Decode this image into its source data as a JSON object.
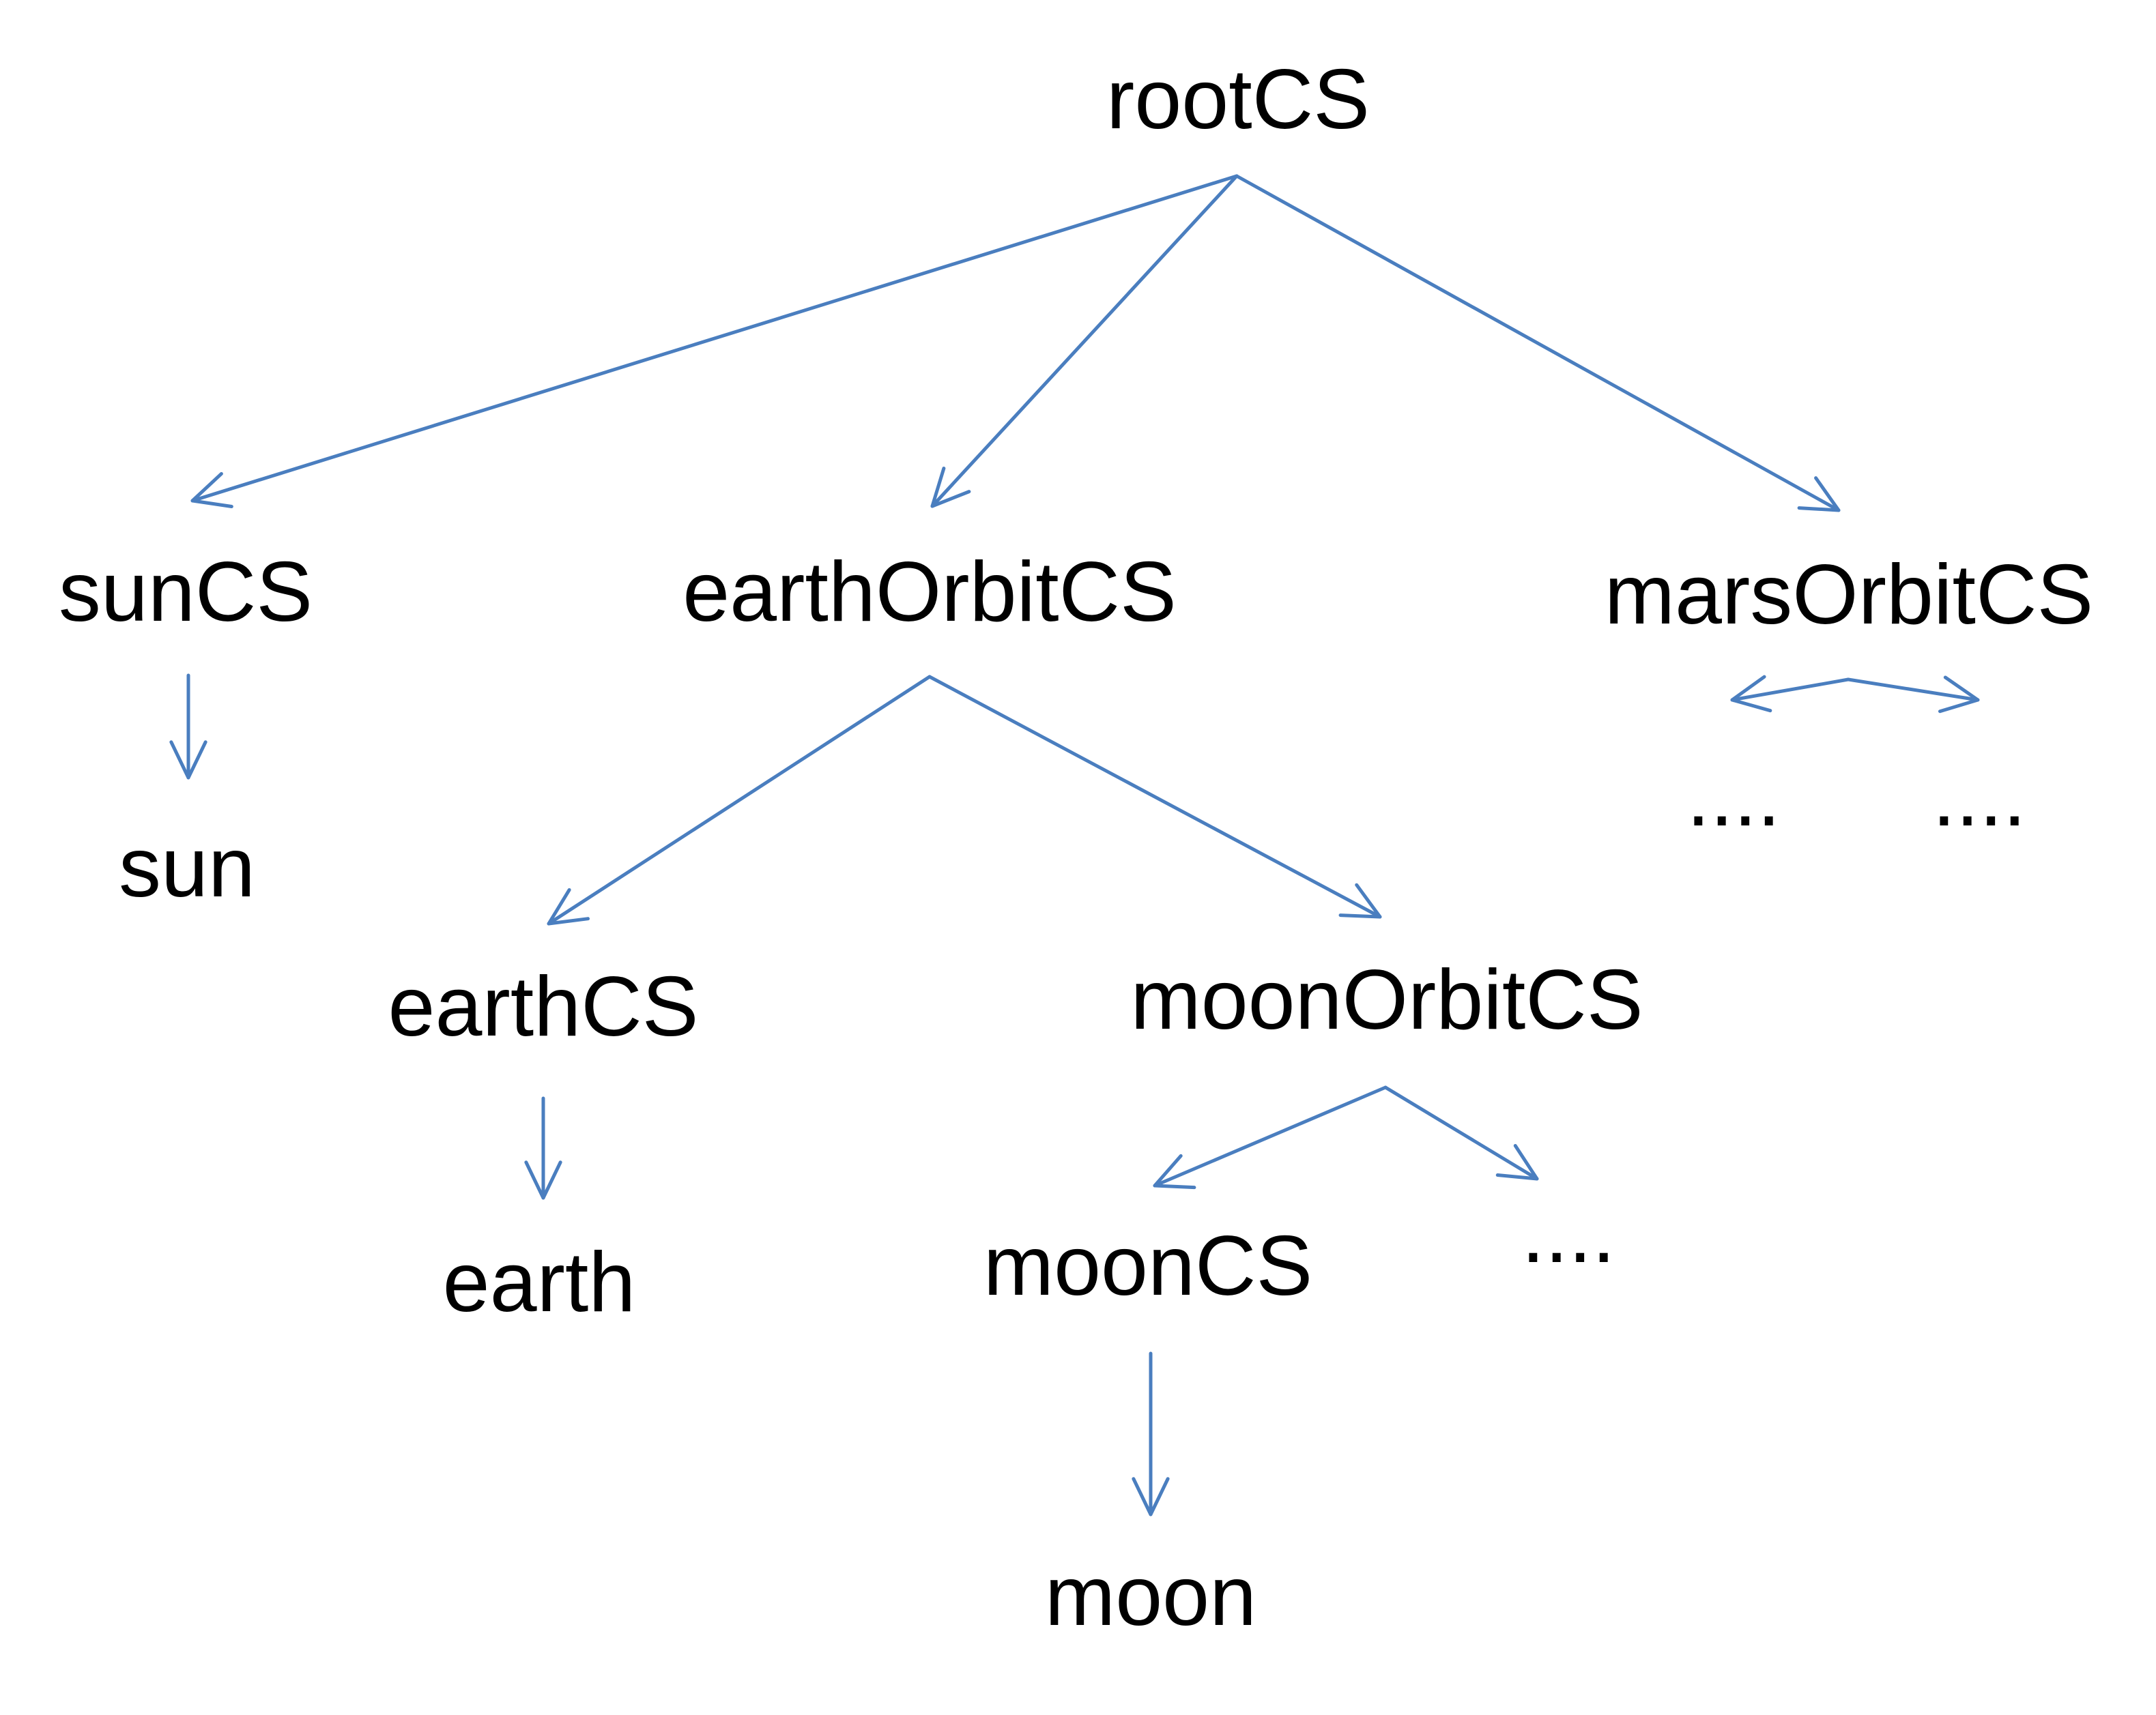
{
  "diagram": {
    "edge_color": "#4a7ebf",
    "nodes": {
      "rootCS": "rootCS",
      "sunCS": "sunCS",
      "earthOrbitCS": "earthOrbitCS",
      "marsOrbitCS": "marsOrbitCS",
      "sun": "sun",
      "earthCS": "earthCS",
      "moonOrbitCS": "moonOrbitCS",
      "earth": "earth",
      "moonCS": "moonCS",
      "moon": "moon",
      "mars_child_left": "....",
      "mars_child_right": "....",
      "moon_orbit_child_right": "...."
    },
    "edges": [
      {
        "from": "rootCS",
        "to": "sunCS"
      },
      {
        "from": "rootCS",
        "to": "earthOrbitCS"
      },
      {
        "from": "rootCS",
        "to": "marsOrbitCS"
      },
      {
        "from": "sunCS",
        "to": "sun"
      },
      {
        "from": "earthOrbitCS",
        "to": "earthCS"
      },
      {
        "from": "earthOrbitCS",
        "to": "moonOrbitCS"
      },
      {
        "from": "marsOrbitCS",
        "to": "mars_child_left"
      },
      {
        "from": "marsOrbitCS",
        "to": "mars_child_right"
      },
      {
        "from": "earthCS",
        "to": "earth"
      },
      {
        "from": "moonOrbitCS",
        "to": "moonCS"
      },
      {
        "from": "moonOrbitCS",
        "to": "moon_orbit_child_right"
      },
      {
        "from": "moonCS",
        "to": "moon"
      }
    ]
  }
}
